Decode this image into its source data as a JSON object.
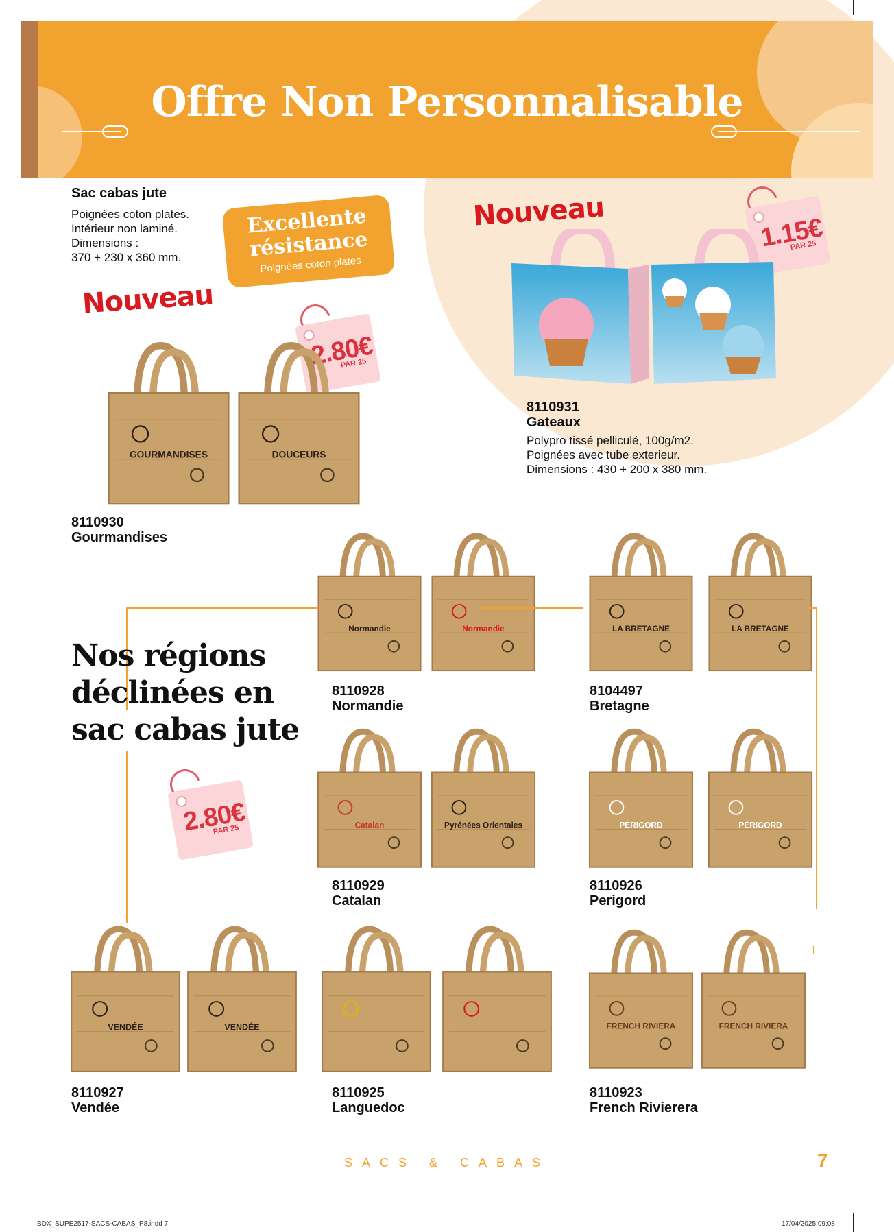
{
  "header": {
    "title": "Offre Non Personnalisable"
  },
  "jute": {
    "title": "Sac cabas jute",
    "desc": [
      "Poignées coton plates.",
      "Intérieur non laminé.",
      "Dimensions :",
      "370 + 230 x 360 mm."
    ],
    "nouveau": "Nouveau",
    "badge": {
      "line1": "Excellente",
      "line2": "résistance",
      "line3": "Poignées coton plates"
    },
    "price": "2.80€",
    "per": "PAR 25",
    "code": "8110930",
    "name": "Gourmandises",
    "bag_labels": [
      "GOURMANDISES",
      "DOUCEURS"
    ]
  },
  "gateaux": {
    "nouveau": "Nouveau",
    "price": "1.15€",
    "per": "PAR 25",
    "code": "8110931",
    "name": "Gateaux",
    "desc": [
      "Polypro tissé pelliculé, 100g/m2.",
      "Poignées avec tube exterieur.",
      "Dimensions : 430 + 200 x 380 mm."
    ]
  },
  "regions": {
    "title": [
      "Nos régions",
      "déclinées en",
      "sac cabas jute"
    ],
    "price": "2.80€",
    "per": "PAR 25",
    "products": [
      {
        "code": "8110928",
        "name": "Normandie",
        "bag_labels": [
          "Normandie",
          "Normandie"
        ]
      },
      {
        "code": "8104497",
        "name": "Bretagne",
        "bag_labels": [
          "LA BRETAGNE",
          "LA BRETAGNE"
        ]
      },
      {
        "code": "8110929",
        "name": "Catalan",
        "bag_labels": [
          "Catalan",
          "Pyrénées Orientales"
        ]
      },
      {
        "code": "8110926",
        "name": "Perigord",
        "bag_labels": [
          "PÉRIGORD",
          "PÉRIGORD"
        ]
      },
      {
        "code": "8110927",
        "name": "Vendée",
        "bag_labels": [
          "VENDÉE",
          "VENDÉE"
        ]
      },
      {
        "code": "8110925",
        "name": "Languedoc",
        "bag_labels": [
          "",
          ""
        ]
      },
      {
        "code": "8110923",
        "name": "French Rivierera",
        "bag_labels": [
          "FRENCH RIVIERA",
          "FRENCH RIVIERA"
        ]
      }
    ]
  },
  "footer": {
    "section": "SACS & CABAS",
    "page": "7"
  },
  "slug": {
    "file": "BDX_SUPE2517-SACS-CABAS_P8.indd   7",
    "date": "17/04/2025   09:08"
  },
  "colors": {
    "orange": "#f2a32f",
    "red": "#d71920",
    "peach": "#fbe8d3",
    "jute": "#c9a16b"
  }
}
